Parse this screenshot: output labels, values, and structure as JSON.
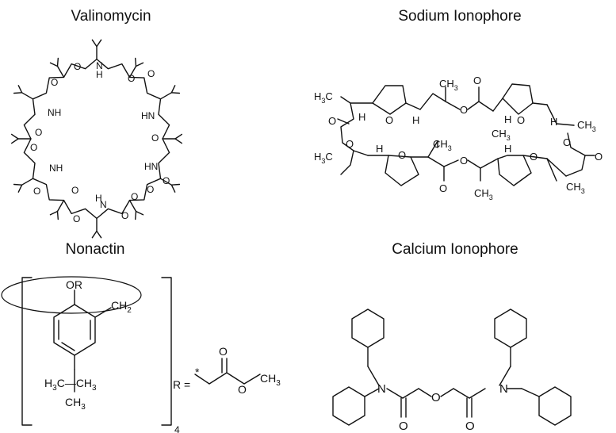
{
  "panels": {
    "valinomycin": {
      "title": "Valinomycin",
      "labels": {
        "nh": "NH",
        "hn": "HN",
        "n_h": "N",
        "h_sub": "H",
        "o": "O"
      }
    },
    "sodium": {
      "title": "Sodium Ionophore",
      "labels": {
        "ch3": "CH",
        "h3c": "H",
        "three": "3",
        "c": "C",
        "o": "O",
        "h": "H"
      }
    },
    "nonactin": {
      "title": "Nonactin",
      "labels": {
        "or": "OR",
        "ch2": "CH",
        "two": "2",
        "r_eq": "R =",
        "star": "*",
        "o": "O",
        "ch3": "CH",
        "three": "3",
        "h3c": "H",
        "c": "C",
        "tch3": "—CH",
        "sub4": "4"
      }
    },
    "calcium": {
      "title": "Calcium Ionophore",
      "labels": {
        "n": "N",
        "o": "O"
      }
    }
  }
}
